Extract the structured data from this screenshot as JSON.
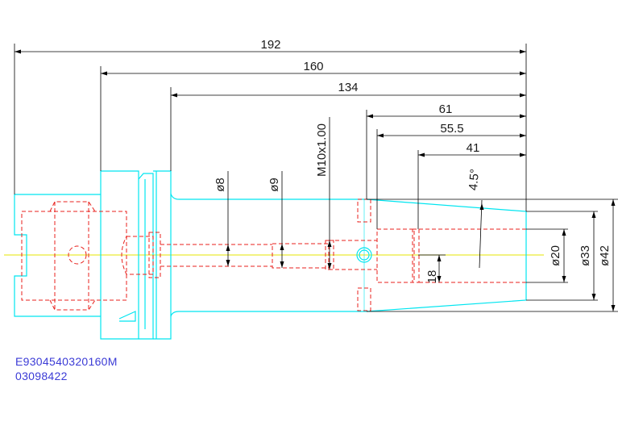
{
  "dimensions": {
    "len_192": "192",
    "len_160": "160",
    "len_134": "134",
    "len_61": "61",
    "len_55_5": "55.5",
    "len_41": "41",
    "dia_8": "ø8",
    "dia_9": "ø9",
    "thread": "M10x1.00",
    "angle": "4.5°",
    "dia_20": "ø20",
    "dia_33": "ø33",
    "dia_42": "ø42",
    "len_18": "18"
  },
  "part": {
    "code": "E9304540320160M",
    "number": "03098422"
  },
  "colors": {
    "outline": "#00e5f0",
    "hidden": "#e8201c",
    "center": "#e6e600",
    "dimension": "#000000",
    "code_text": "#3b3bd6"
  }
}
